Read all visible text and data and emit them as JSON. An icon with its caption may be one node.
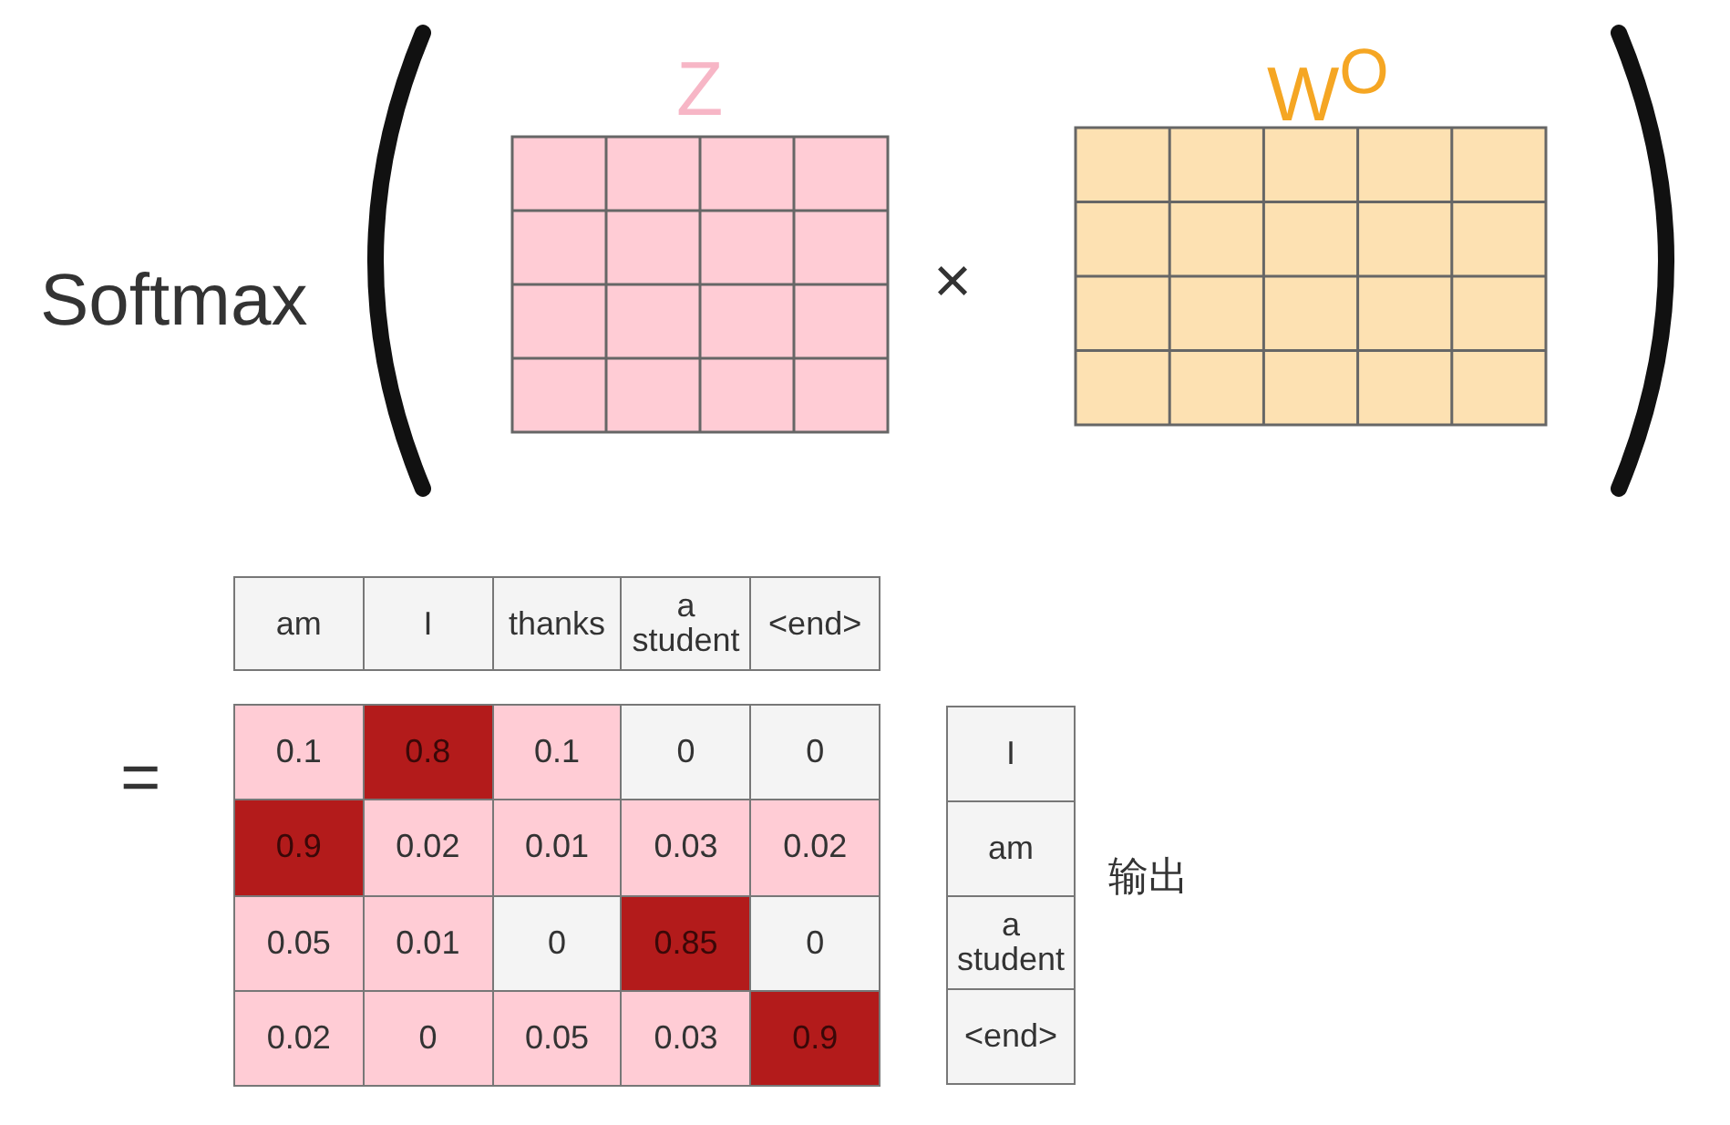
{
  "diagram": {
    "labels": [
      "Softmax",
      "Z",
      "W$^{O}$",
      "×",
      "=",
      "am",
      "I",
      "thanks",
      "a student",
      "<end>",
      "0.1",
      "0.8",
      "0.1",
      "0",
      "0",
      "0.9",
      "0.02",
      "0.01",
      "0.03",
      "0.02",
      "0.05",
      "0.01",
      "0",
      "0.85",
      "0",
      "0.02",
      "0",
      "0.05",
      "0.03",
      "0.9",
      "I",
      "am",
      "a student",
      "<end>",
      "输出"
    ]
  }
}
